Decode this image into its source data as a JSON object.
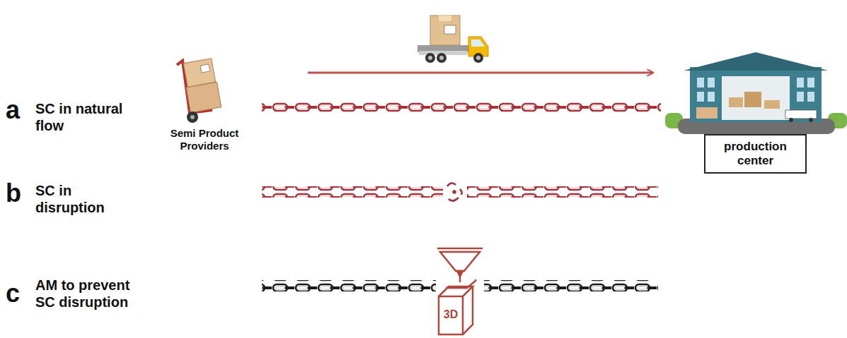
{
  "diagram": {
    "nodes": [
      {
        "text": [
          "production center"
        ]
      }
    ],
    "labels": [
      "a",
      "SC in natural flow",
      "Semi Product Providers",
      "b",
      "SC in disruption",
      "c",
      "AM to prevent SC disruption",
      "3D"
    ]
  }
}
